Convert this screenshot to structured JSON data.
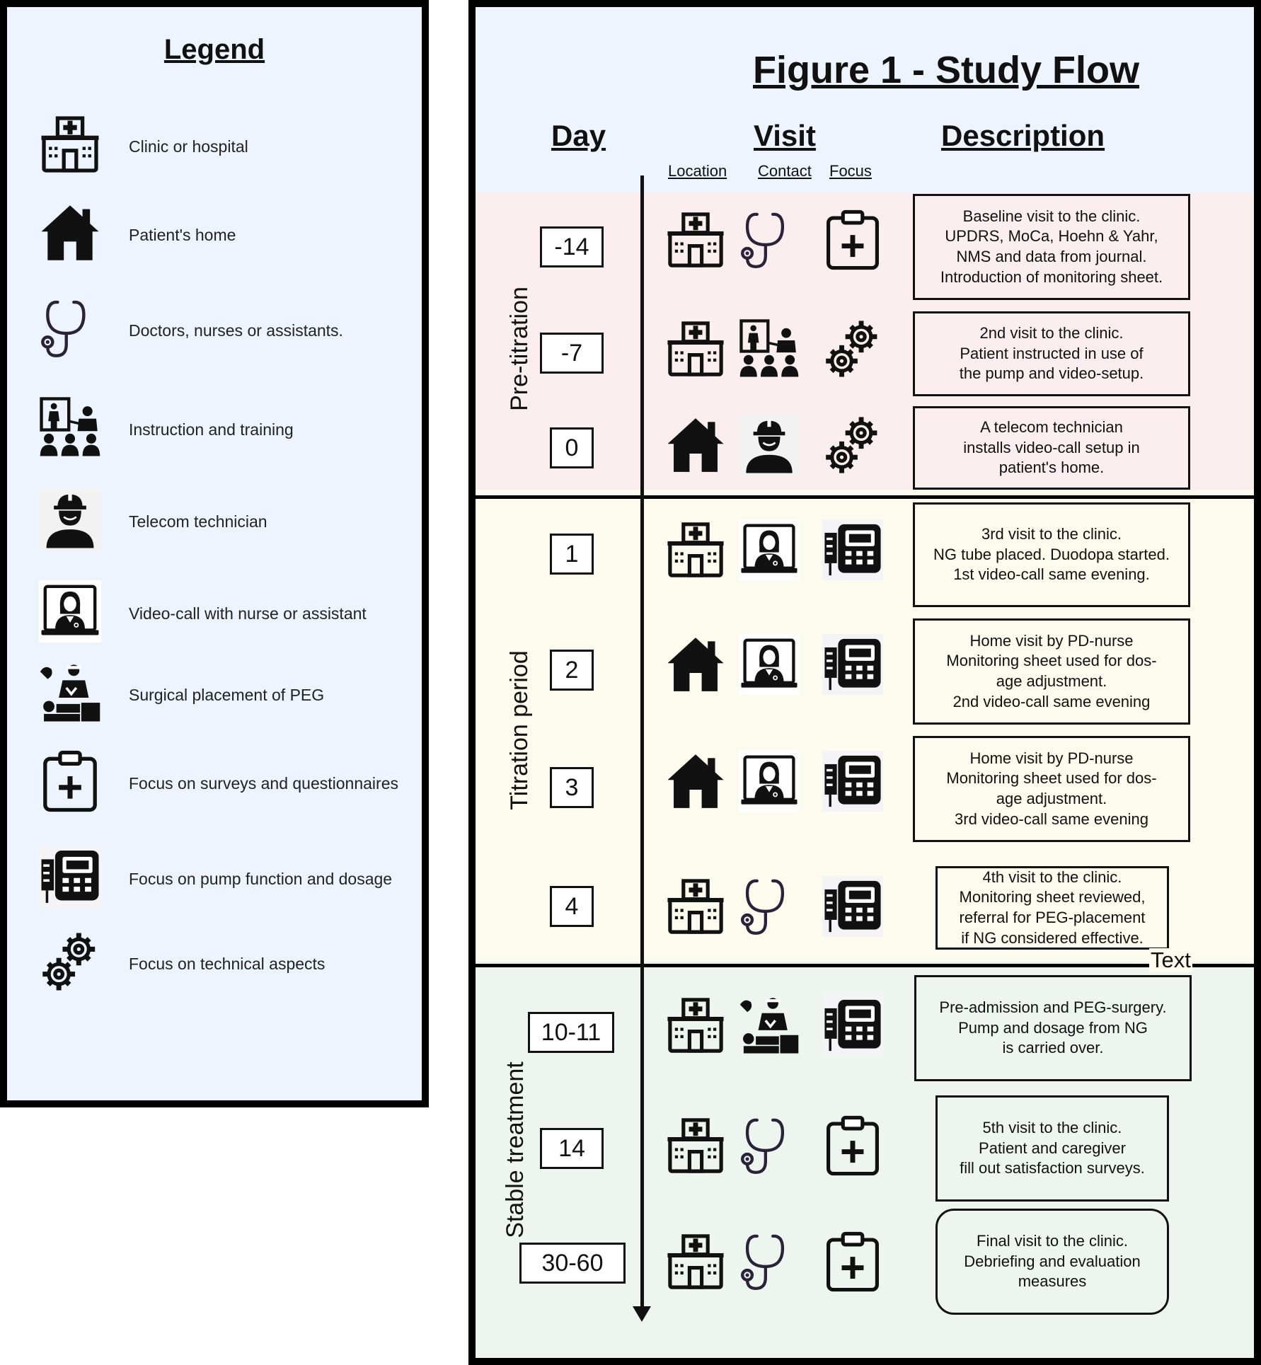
{
  "legend": {
    "title": "Legend",
    "items": [
      {
        "icon": "hospital-icon",
        "label": "Clinic or hospital"
      },
      {
        "icon": "house-icon",
        "label": "Patient's home"
      },
      {
        "icon": "stethoscope-icon",
        "label": "Doctors, nurses or assistants."
      },
      {
        "icon": "training-icon",
        "label": "Instruction and training"
      },
      {
        "icon": "technician-icon",
        "label": "Telecom technician"
      },
      {
        "icon": "video-call-icon",
        "label": "Video-call with nurse or assistant"
      },
      {
        "icon": "surgery-icon",
        "label": "Surgical placement of PEG"
      },
      {
        "icon": "clipboard-icon",
        "label": "Focus on surveys and questionnaires"
      },
      {
        "icon": "pump-icon",
        "label": "Focus on pump function and dosage"
      },
      {
        "icon": "gears-icon",
        "label": "Focus on technical aspects"
      }
    ]
  },
  "flow": {
    "title": "Figure 1 - Study Flow",
    "headers": {
      "day": "Day",
      "visit": "Visit",
      "description": "Description",
      "location": "Location",
      "contact": "Contact",
      "focus": "Focus"
    },
    "phases": [
      "Pre-titration",
      "Titration period",
      "Stable treatment"
    ],
    "stray_label": "Text",
    "rows": [
      {
        "day": "-14",
        "location": "hospital-icon",
        "contact": "stethoscope-icon",
        "focus": "clipboard-icon",
        "description": "Baseline visit to the clinic.\nUPDRS, MoCa, Hoehn & Yahr,\nNMS and data from journal.\nIntroduction of monitoring sheet."
      },
      {
        "day": "-7",
        "location": "hospital-icon",
        "contact": "training-icon",
        "focus": "gears-icon",
        "description": "2nd visit to the clinic.\nPatient instructed in use of\nthe pump and video-setup."
      },
      {
        "day": "0",
        "location": "house-icon",
        "contact": "technician-icon",
        "focus": "gears-icon",
        "description": "A telecom technician\ninstalls video-call setup in\npatient's home."
      },
      {
        "day": "1",
        "location": "hospital-icon",
        "contact": "video-call-icon",
        "focus": "pump-icon",
        "description": "3rd visit to the clinic.\nNG tube placed. Duodopa started.\n1st video-call same evening."
      },
      {
        "day": "2",
        "location": "house-icon",
        "contact": "video-call-icon",
        "focus": "pump-icon",
        "description": "Home visit by PD-nurse\nMonitoring sheet used for dos-\nage adjustment.\n2nd video-call same evening"
      },
      {
        "day": "3",
        "location": "house-icon",
        "contact": "video-call-icon",
        "focus": "pump-icon",
        "description": "Home visit by PD-nurse\nMonitoring sheet used for dos-\nage adjustment.\n3rd video-call same evening"
      },
      {
        "day": "4",
        "location": "hospital-icon",
        "contact": "stethoscope-icon",
        "focus": "pump-icon",
        "description": "4th visit to the clinic.\nMonitoring sheet reviewed,\nreferral for PEG-placement\nif NG considered effective."
      },
      {
        "day": "10-11",
        "location": "hospital-icon",
        "contact": "surgery-icon",
        "focus": "pump-icon",
        "description": "Pre-admission and PEG-surgery.\nPump and dosage from NG\nis carried over."
      },
      {
        "day": "14",
        "location": "hospital-icon",
        "contact": "stethoscope-icon",
        "focus": "clipboard-icon",
        "description": "5th visit to the clinic.\nPatient and caregiver\nfill out satisfaction surveys."
      },
      {
        "day": "30-60",
        "location": "hospital-icon",
        "contact": "stethoscope-icon",
        "focus": "clipboard-icon",
        "description": "Final visit to the clinic.\nDebriefing and evaluation\nmeasures"
      }
    ]
  }
}
